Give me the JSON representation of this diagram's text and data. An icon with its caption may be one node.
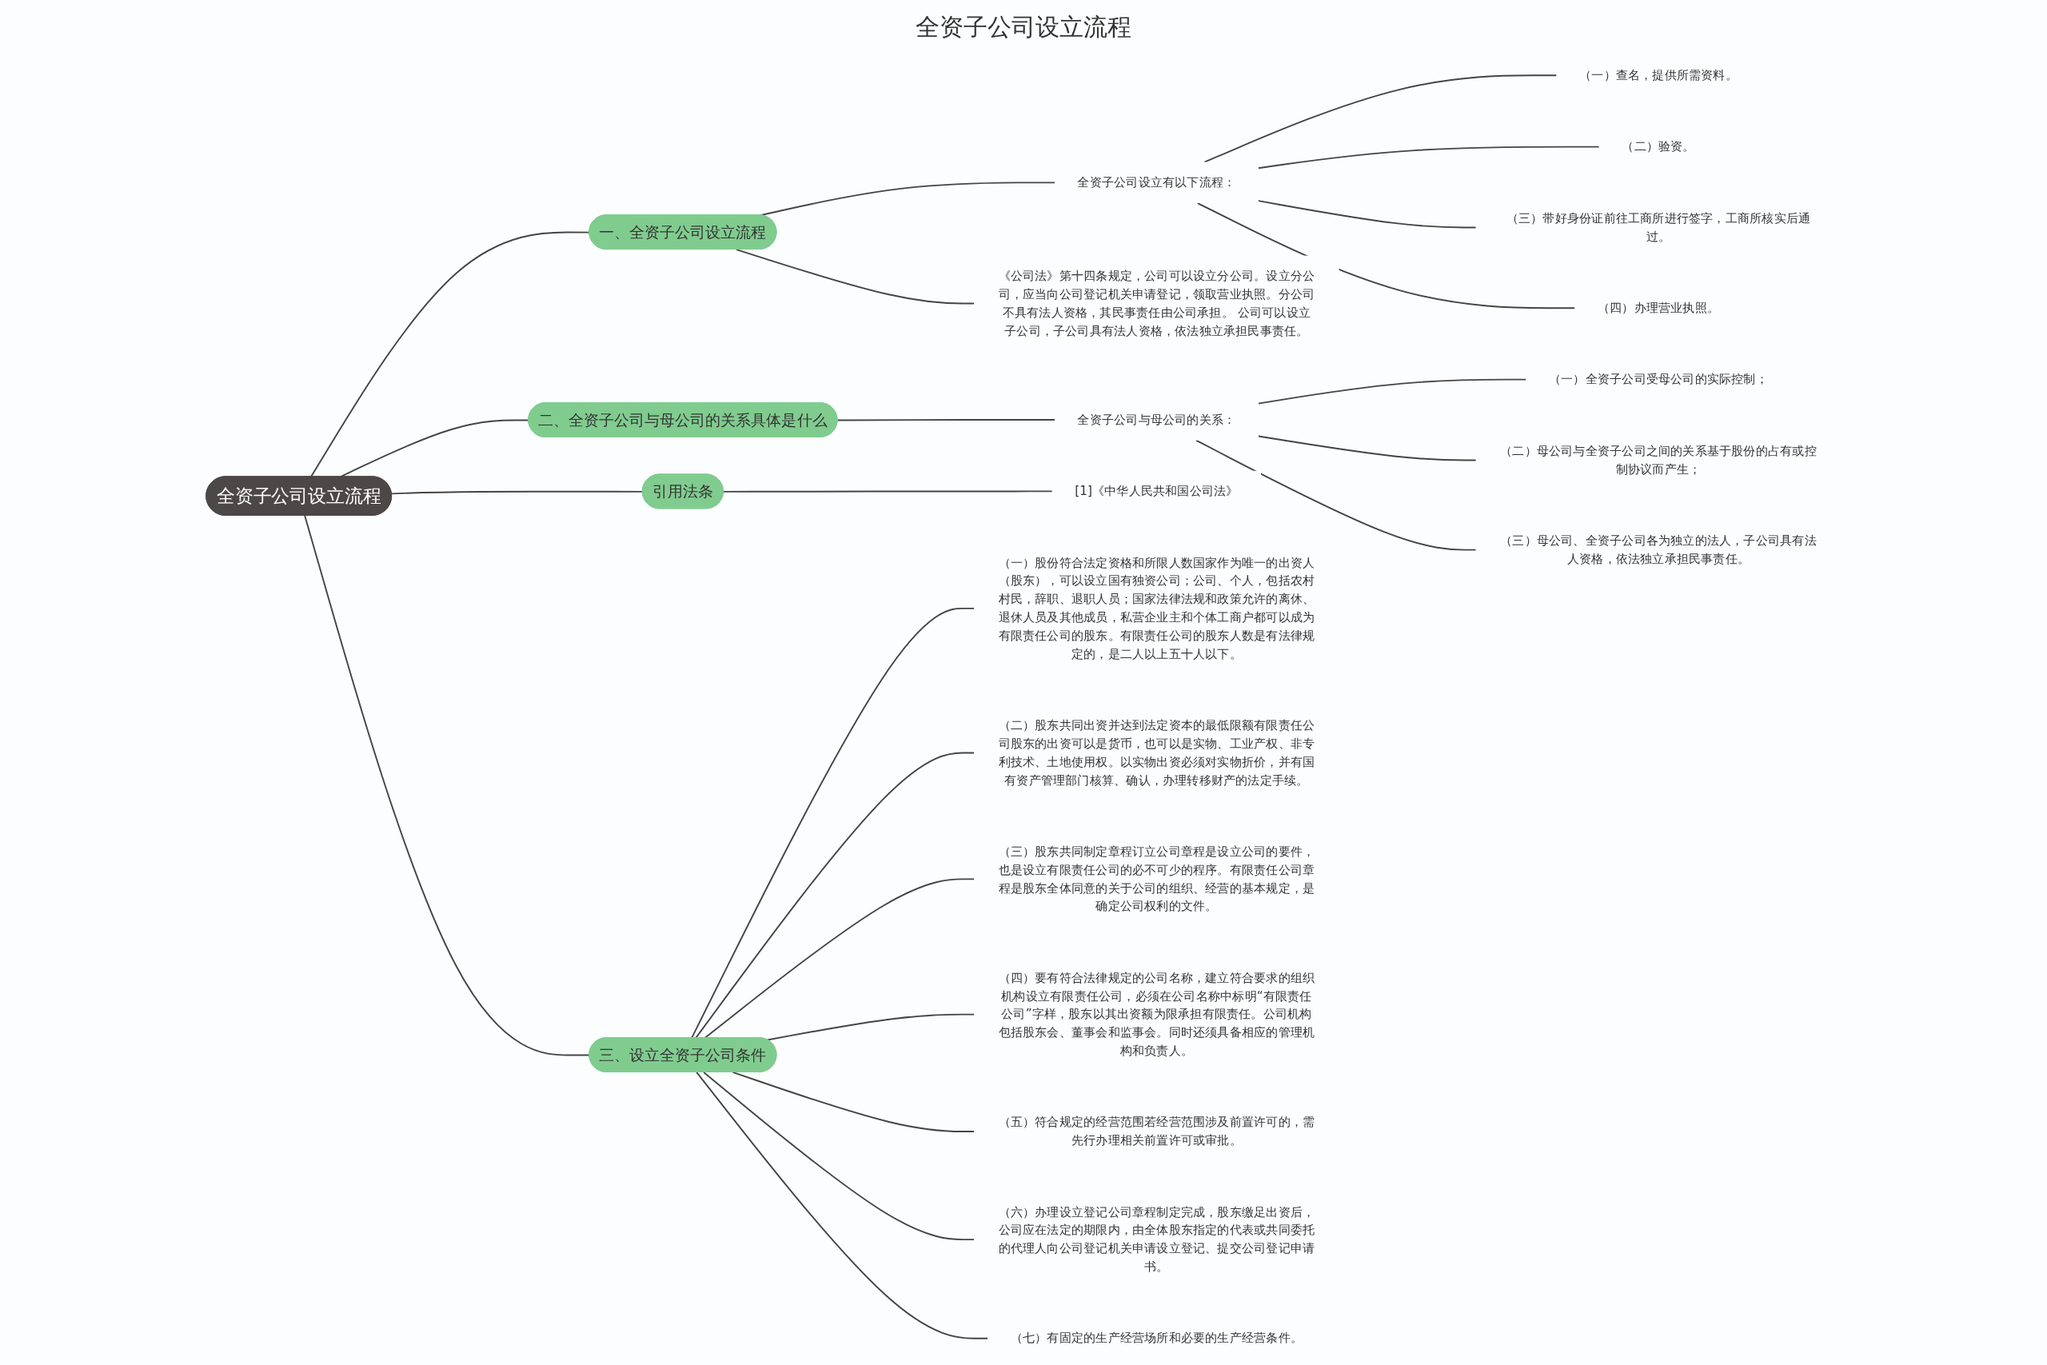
{
  "diagram": {
    "title": "全资子公司设立流程",
    "nodes": [
      {
        "text": [
          "全资子公司设立流程"
        ]
      },
      {
        "text": [
          "一、全资子公司设立流程"
        ]
      },
      {
        "text": [
          "全资子公司设立有以下流程："
        ]
      },
      {
        "text": [
          "（一）查名，提供所需资料。"
        ]
      },
      {
        "text": [
          "（二）验资。"
        ]
      },
      {
        "text": [
          "（三）带好身份证前往工商所进行签字，工商所核实后通过。"
        ]
      },
      {
        "text": [
          "（四）办理营业执照。"
        ]
      },
      {
        "text": [
          "《公司法》第十四条规定，公司可以设立分公司。设立分公司，应当向公司登记机关申请登记，领取营业执照。分公司不具有法人资格，其民事责任由公司承担。 公司可以设立子公司，子公司具有法人资格，依法独立承担民事责任。"
        ]
      },
      {
        "text": [
          "二、全资子公司与母公司的关系具体是什么"
        ]
      },
      {
        "text": [
          "全资子公司与母公司的关系："
        ]
      },
      {
        "text": [
          "（一）全资子公司受母公司的实际控制；"
        ]
      },
      {
        "text": [
          "（二）母公司与全资子公司之间的关系基于股份的占有或控制协议而产生；"
        ]
      },
      {
        "text": [
          "（三）母公司、全资子公司各为独立的法人，子公司具有法人资格，依法独立承担民事责任。"
        ]
      },
      {
        "text": [
          "引用法条"
        ]
      },
      {
        "text": [
          "[1]《中华人民共和国公司法》"
        ]
      },
      {
        "text": [
          "三、设立全资子公司条件"
        ]
      },
      {
        "text": [
          "（一）股份符合法定资格和所限人数国家作为唯一的出资人（股东），可以设立国有独资公司；公司、个人，包括农村村民，辞职、退职人员；国家法律法规和政策允许的离休、退休人员及其他成员，私营企业主和个体工商户都可以成为有限责任公司的股东。有限责任公司的股东人数是有法律规定的，是二人以上五十人以下。"
        ]
      },
      {
        "text": [
          "（二）股东共同出资并达到法定资本的最低限额有限责任公司股东的出资可以是货币，也可以是实物、工业产权、非专利技术、土地使用权。以实物出资必须对实物折价，并有国有资产管理部门核算、确认，办理转移财产的法定手续。"
        ]
      },
      {
        "text": [
          "（三）股东共同制定章程订立公司章程是设立公司的要件，也是设立有限责任公司的必不可少的程序。有限责任公司章程是股东全体同意的关于公司的组织、经营的基本规定，是确定公司权利的文件。"
        ]
      },
      {
        "text": [
          "（四）要有符合法律规定的公司名称，建立符合要求的组织机构设立有限责任公司，必须在公司名称中标明“有限责任公司”字样，股东以其出资额为限承担有限责任。公司机构包括股东会、董事会和监事会。同时还须具备相应的管理机构和负责人。"
        ]
      },
      {
        "text": [
          "（五）符合规定的经营范围若经营范围涉及前置许可的，需先行办理相关前置许可或审批。"
        ]
      },
      {
        "text": [
          "（六）办理设立登记公司章程制定完成，股东缴足出资后，公司应在法定的期限内，由全体股东指定的代表或共同委托的代理人向公司登记机关申请设立登记、提交公司登记申请书。"
        ]
      },
      {
        "text": [
          "（七）有固定的生产经营场所和必要的生产经营条件。"
        ]
      }
    ],
    "edges": [
      {
        "from": 0,
        "to": 1,
        "arrow": "none"
      },
      {
        "from": 1,
        "to": 2,
        "arrow": "none"
      },
      {
        "from": 2,
        "to": 3,
        "arrow": "none"
      },
      {
        "from": 2,
        "to": 4,
        "arrow": "none"
      },
      {
        "from": 2,
        "to": 5,
        "arrow": "none"
      },
      {
        "from": 2,
        "to": 6,
        "arrow": "none"
      },
      {
        "from": 1,
        "to": 7,
        "arrow": "none"
      },
      {
        "from": 0,
        "to": 8,
        "arrow": "none"
      },
      {
        "from": 8,
        "to": 9,
        "arrow": "none"
      },
      {
        "from": 9,
        "to": 10,
        "arrow": "none"
      },
      {
        "from": 9,
        "to": 11,
        "arrow": "none"
      },
      {
        "from": 9,
        "to": 12,
        "arrow": "none"
      },
      {
        "from": 0,
        "to": 13,
        "arrow": "none"
      },
      {
        "from": 13,
        "to": 14,
        "arrow": "none"
      },
      {
        "from": 0,
        "to": 15,
        "arrow": "none"
      },
      {
        "from": 15,
        "to": 16,
        "arrow": "none"
      },
      {
        "from": 15,
        "to": 17,
        "arrow": "none"
      },
      {
        "from": 15,
        "to": 18,
        "arrow": "none"
      },
      {
        "from": 15,
        "to": 19,
        "arrow": "none"
      },
      {
        "from": 15,
        "to": 20,
        "arrow": "none"
      },
      {
        "from": 15,
        "to": 21,
        "arrow": "none"
      },
      {
        "from": 15,
        "to": 22,
        "arrow": "none"
      }
    ]
  }
}
